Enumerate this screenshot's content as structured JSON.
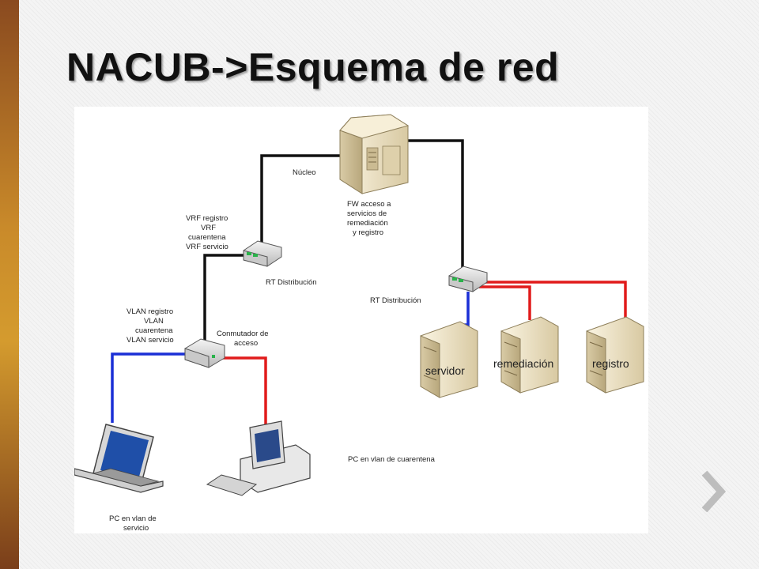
{
  "slide": {
    "title": "NACUB->Esquema de red"
  },
  "diagram": {
    "labels": {
      "nucleo": "Núcleo",
      "fw_line1": "FW acceso a",
      "fw_line2": "servicios de",
      "fw_line3": "remediación",
      "fw_line4": "y registro",
      "vrf_line1": "VRF registro",
      "vrf_line2": "VRF",
      "vrf_line3": "cuarentena",
      "vrf_line4": "VRF servicio",
      "rt_dist_left": "RT Distribución",
      "rt_dist_right": "RT Distribución",
      "vlan_line1": "VLAN registro",
      "vlan_line2": "VLAN",
      "vlan_line3": "cuarentena",
      "vlan_line4": "VLAN servicio",
      "switch_line1": "Conmutador de",
      "switch_line2": "acceso",
      "server1": "servidor",
      "server2": "remediación",
      "server3": "registro",
      "pc_quarantine": "PC en vlan de cuarentena",
      "pc_service_line1": "PC en vlan de",
      "pc_service_line2": "servicio"
    },
    "colors": {
      "link_black": "#111111",
      "link_blue": "#1a2fd6",
      "link_red": "#e11b1b",
      "server_beige": "#efe4c8"
    }
  },
  "navigation": {
    "next_icon": "chevron-right-icon"
  }
}
